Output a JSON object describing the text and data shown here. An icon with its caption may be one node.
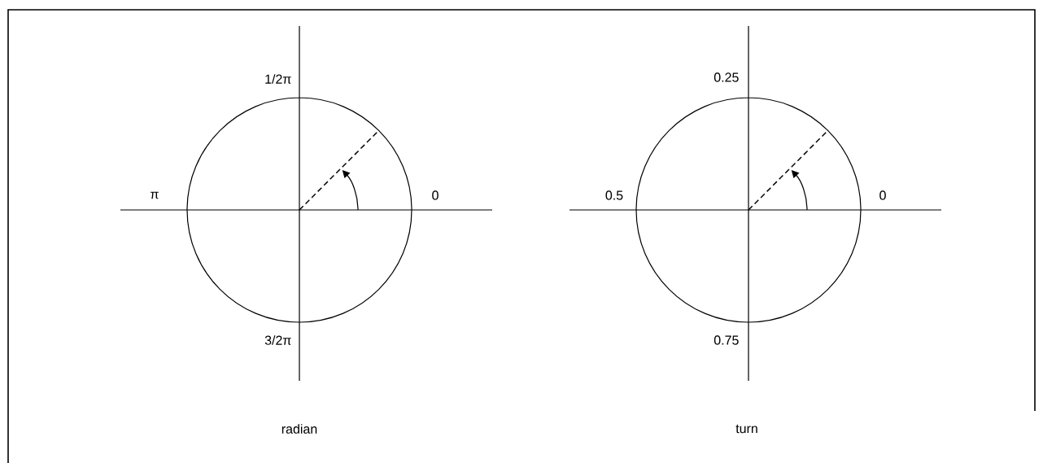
{
  "diagram": {
    "labels": [
      "1/2π",
      "0.25",
      "π",
      "0",
      "0.5",
      "0",
      "3/2π",
      "0.75",
      "radian",
      "turn"
    ]
  }
}
